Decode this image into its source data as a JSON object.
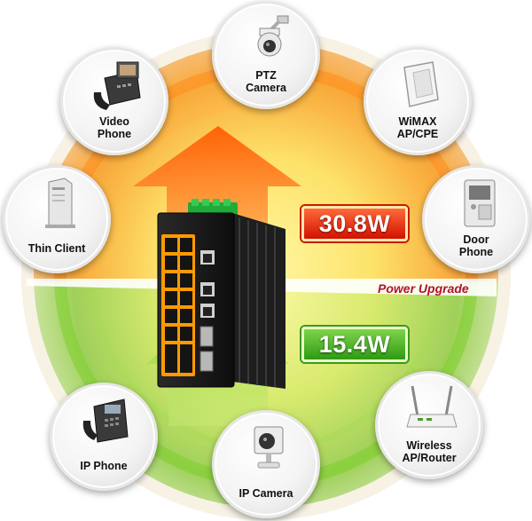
{
  "devices": {
    "ptz_camera": [
      "PTZ",
      "Camera"
    ],
    "wimax": [
      "WiMAX",
      "AP/CPE"
    ],
    "door_phone": [
      "Door",
      "Phone"
    ],
    "wireless_router": [
      "Wireless",
      "AP/Router"
    ],
    "ip_camera": "IP Camera",
    "ip_phone": "IP Phone",
    "thin_client": "Thin Client",
    "video_phone": [
      "Video",
      "Phone"
    ]
  },
  "power": {
    "high": "30.8W",
    "low": "15.4W",
    "upgrade_label": "Power Upgrade"
  },
  "colors": {
    "high_badge": "#d11200",
    "low_badge": "#2f9a13",
    "upgrade_text": "#b5122b"
  }
}
